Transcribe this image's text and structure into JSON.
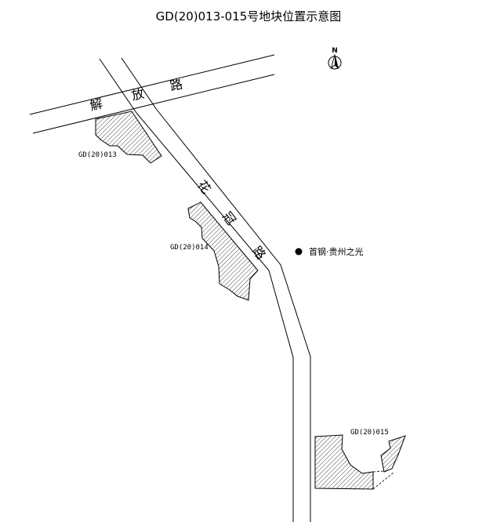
{
  "title": "GD(20)013-015号地块位置示意图",
  "north": {
    "label": "N",
    "icon": "north-arrow-icon"
  },
  "roads": {
    "jiefang": {
      "chars": [
        "解",
        "放",
        "路"
      ]
    },
    "huaguan": {
      "chars": [
        "花",
        "冠",
        "路"
      ]
    }
  },
  "plots": [
    {
      "id": "013",
      "label": "GD(20)013"
    },
    {
      "id": "014",
      "label": "GD(20)014"
    },
    {
      "id": "015",
      "label": "GD(20)015"
    }
  ],
  "poi": {
    "label": "首钢·贵州之光",
    "icon": "poi-dot-icon"
  },
  "colors": {
    "line": "#000000",
    "hatch": "#333333",
    "background": "#ffffff"
  }
}
